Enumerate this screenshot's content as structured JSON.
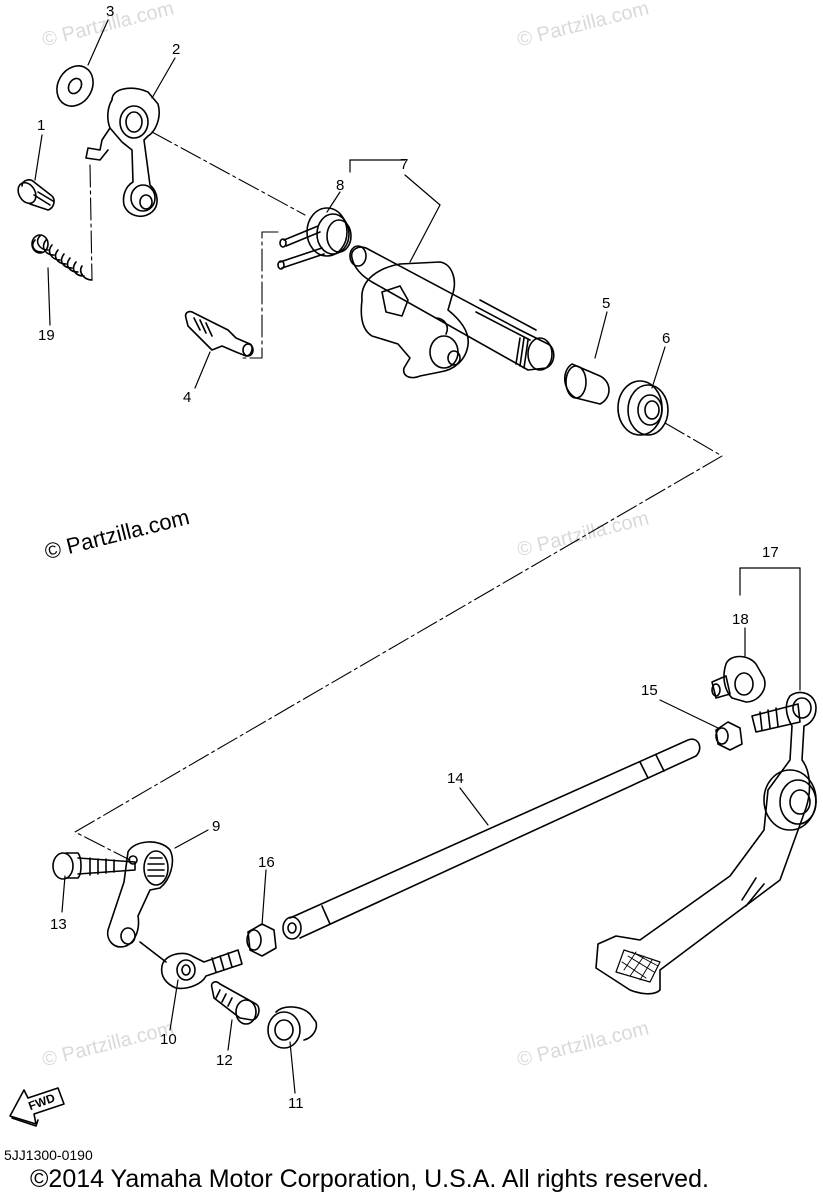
{
  "watermark": "© Partzilla.com",
  "watermark_main": "© Partzilla.com",
  "part_numbers": {
    "p1": "1",
    "p2": "2",
    "p3": "3",
    "p4": "4",
    "p5": "5",
    "p6": "6",
    "p7": "7",
    "p8": "8",
    "p9": "9",
    "p10": "10",
    "p11": "11",
    "p12": "12",
    "p13": "13",
    "p14": "14",
    "p15": "15",
    "p16": "16",
    "p17": "17",
    "p18": "18",
    "p19": "19"
  },
  "fwd_label": "FWD",
  "diagram_code": "5JJ1300-0190",
  "copyright": "©2014 Yamaha Motor Corporation, U.S.A. All rights reserved."
}
